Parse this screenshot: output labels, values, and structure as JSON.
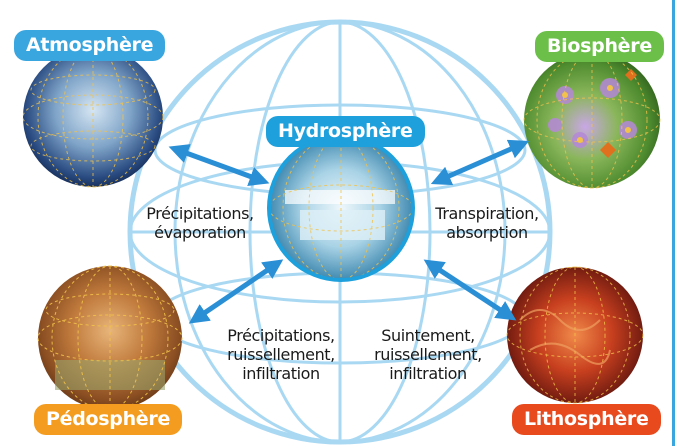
{
  "spheres": {
    "atmosphere": {
      "label": "Atmosphère",
      "color": "#3aa6e0"
    },
    "biosphere": {
      "label": "Biosphère",
      "color": "#6cc04a"
    },
    "hydrosphere": {
      "label": "Hydrosphère",
      "color": "#1ea0dc"
    },
    "pedosphere": {
      "label": "Pédosphère",
      "color": "#f39c1f"
    },
    "lithosphere": {
      "label": "Lithosphère",
      "color": "#e8491d"
    }
  },
  "exchanges": {
    "atmo_hydro": {
      "line1": "Précipitations,",
      "line2": "évaporation"
    },
    "bio_hydro": {
      "line1": "Transpiration,",
      "line2": "absorption"
    },
    "pedo_hydro": {
      "line1": "Précipitations,",
      "line2": "ruissellement,",
      "line3": "infiltration"
    },
    "litho_hydro": {
      "line1": "Suintement,",
      "line2": "ruissellement,",
      "line3": "infiltration"
    }
  },
  "colors": {
    "arrow": "#2b8fd6",
    "globe_line": "#a9d8f3"
  }
}
